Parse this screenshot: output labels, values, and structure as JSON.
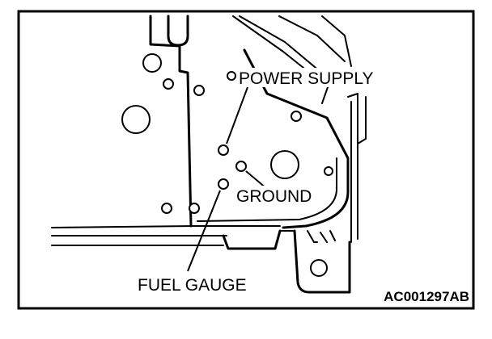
{
  "labels": {
    "power_supply": "POWER SUPPLY",
    "ground": "GROUND",
    "fuel_gauge": "FUEL GAUGE"
  },
  "figure_code": "AC001297AB",
  "colors": {
    "line": "#000000",
    "background": "#ffffff"
  }
}
